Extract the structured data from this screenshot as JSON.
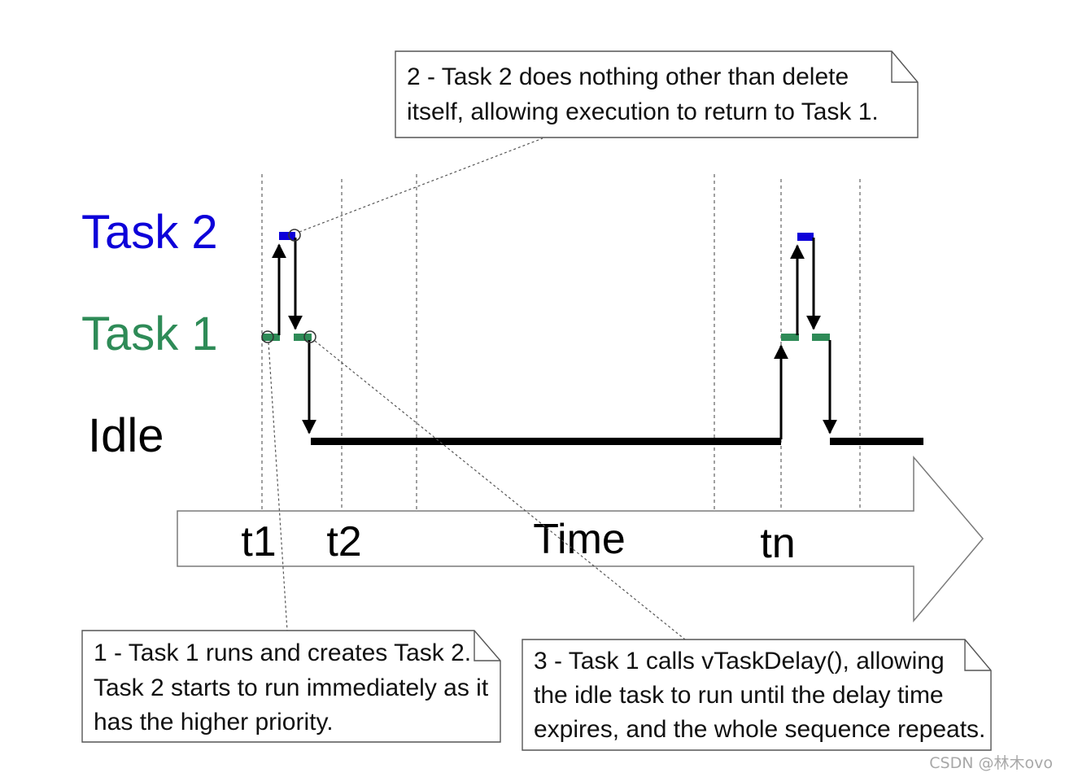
{
  "rows": {
    "task2": "Task 2",
    "task1": "Task 1",
    "idle": "Idle"
  },
  "colors": {
    "task2": "#0d00d9",
    "task1": "#2e8b57",
    "idle": "#000000"
  },
  "time_axis": {
    "label": "Time",
    "ticks": [
      "t1",
      "t2",
      "tn"
    ]
  },
  "notes": [
    {
      "number": 2,
      "lines": [
        "2 - Task 2 does nothing other than delete",
        "itself, allowing execution to return to Task 1."
      ]
    },
    {
      "number": 1,
      "lines": [
        "1 - Task 1 runs and creates Task 2.",
        "Task 2 starts to run immediately as it",
        "has the higher priority."
      ]
    },
    {
      "number": 3,
      "lines": [
        "3 - Task 1 calls vTaskDelay(), allowing",
        "the idle task to run until the delay time",
        "expires, and the whole sequence repeats."
      ]
    }
  ],
  "watermark": "CSDN @林木ovo"
}
